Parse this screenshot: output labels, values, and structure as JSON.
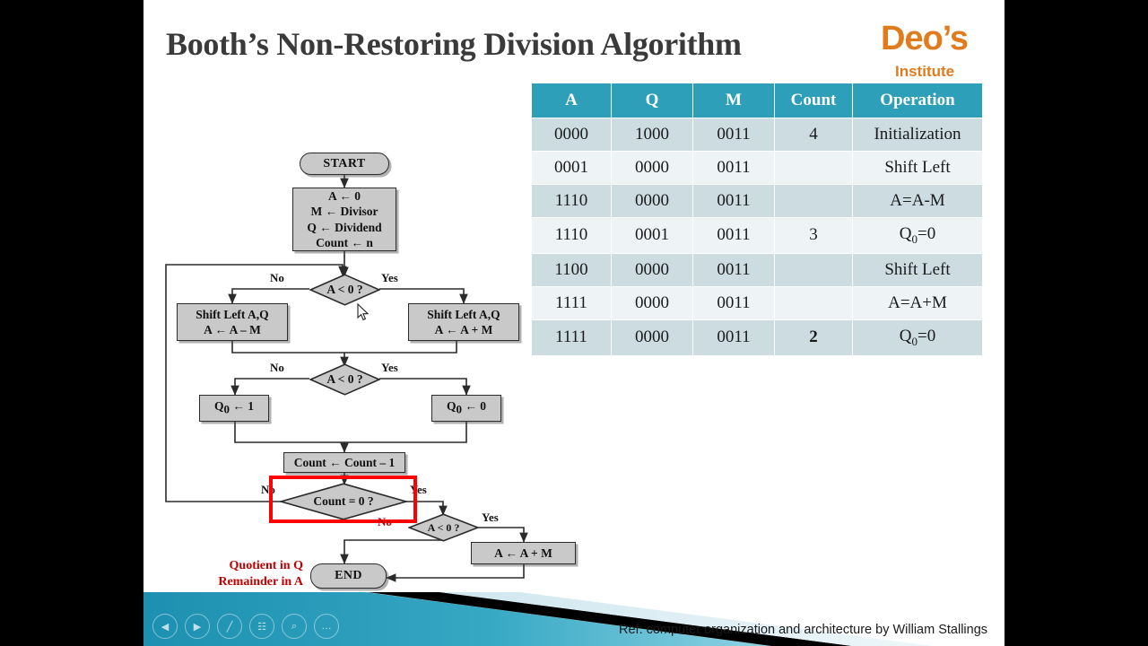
{
  "slide": {
    "title": "Booth’s Non-Restoring Division Algorithm",
    "logo": {
      "line1": "Deo’s",
      "line2": "Institute",
      "color": "#e07b1e"
    },
    "reference": "Ref: computer organization and architecture by William Stallings"
  },
  "table": {
    "headers": [
      "A",
      "Q",
      "M",
      "Count",
      "Operation"
    ],
    "header_bg": "#2e9fb8",
    "row_bg_odd": "#ccdce0",
    "row_bg_even": "#eef3f5",
    "rows": [
      {
        "a": "0000",
        "q": "1000",
        "m": "0011",
        "count": "4",
        "operation": "Initialization",
        "count_bold": false
      },
      {
        "a": "0001",
        "q": "0000",
        "m": "0011",
        "count": "",
        "operation": "Shift Left",
        "count_bold": false
      },
      {
        "a": "1110",
        "q": "0000",
        "m": "0011",
        "count": "",
        "operation": "A=A-M",
        "count_bold": false
      },
      {
        "a": "1110",
        "q": "0001",
        "m": "0011",
        "count": "3",
        "operation": "Q₀=0",
        "count_bold": false
      },
      {
        "a": "1100",
        "q": "0000",
        "m": "0011",
        "count": "",
        "operation": "Shift Left",
        "count_bold": false
      },
      {
        "a": "1111",
        "q": "0000",
        "m": "0011",
        "count": "",
        "operation": "A=A+M",
        "count_bold": false
      },
      {
        "a": "1111",
        "q": "0000",
        "m": "0011",
        "count": "2",
        "operation": "Q₀=0",
        "count_bold": true
      }
    ]
  },
  "flowchart": {
    "start": "START",
    "init_lines": [
      "A ← 0",
      "M ← Divisor",
      "Q ← Dividend",
      "Count ← n"
    ],
    "decision1": "A < 0 ?",
    "decision1_no": "No",
    "decision1_yes": "Yes",
    "shift_left_sub": [
      "Shift Left A,Q",
      "A ← A – M"
    ],
    "shift_left_add": [
      "Shift Left A,Q",
      "A ← A + M"
    ],
    "decision2": "A < 0 ?",
    "decision2_no": "No",
    "decision2_yes": "Yes",
    "q0_one": "Q₀ ← 1",
    "q0_zero": "Q₀ ← 0",
    "count_dec": "Count ← Count – 1",
    "decision3": "Count = 0 ?",
    "decision3_no": "No",
    "decision3_yes": "Yes",
    "decision4": "A < 0 ?",
    "decision4_no": "No",
    "decision4_yes": "Yes",
    "a_plus_m": "A ← A + M",
    "end": "END",
    "result_lines": [
      "Quotient in Q",
      "Remainder in A"
    ],
    "highlight_color": "#ff0000"
  },
  "toolbar": {
    "items": [
      {
        "name": "previous-slide",
        "glyph": "◀"
      },
      {
        "name": "next-slide",
        "glyph": "▶"
      },
      {
        "name": "pen-tool",
        "glyph": "╱"
      },
      {
        "name": "all-slides",
        "glyph": "☷"
      },
      {
        "name": "zoom-tool",
        "glyph": "⌕"
      },
      {
        "name": "more-options",
        "glyph": "…"
      }
    ]
  }
}
